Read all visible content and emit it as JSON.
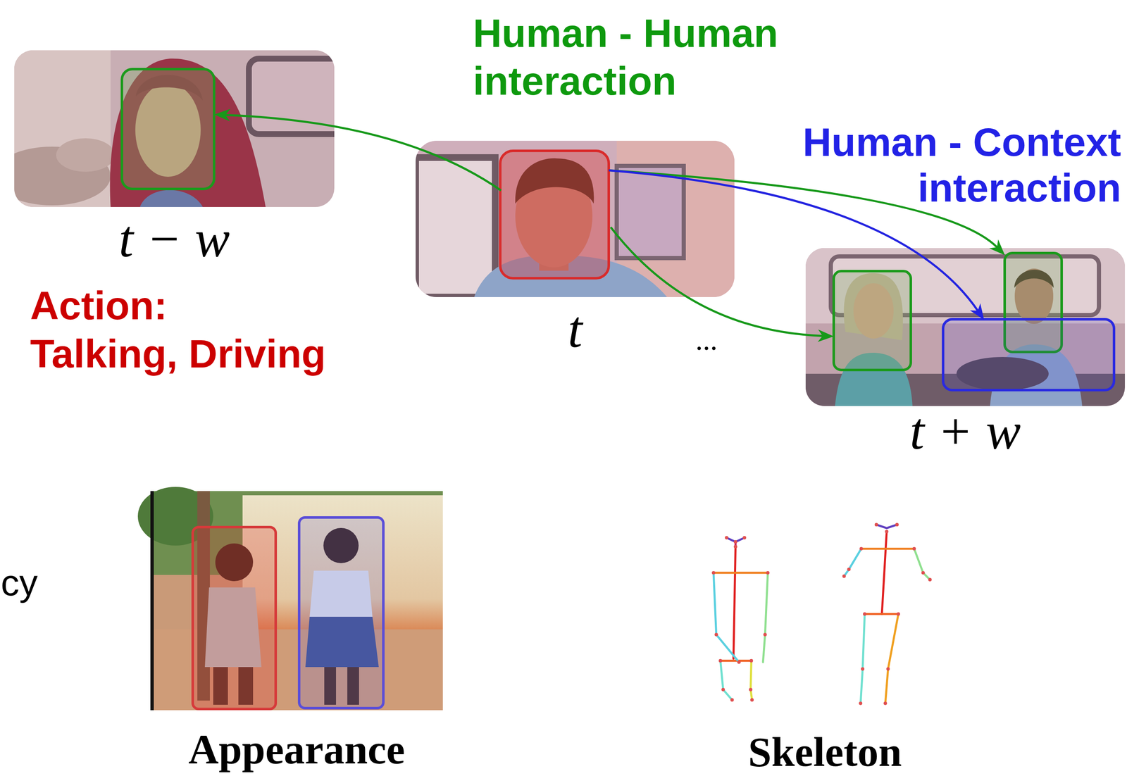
{
  "diagram": {
    "nodes": [
      {
        "text": [
          "t − w"
        ]
      },
      {
        "text": [
          "t"
        ]
      },
      {
        "text": [
          "t + w"
        ]
      },
      {
        "text": [
          "Appearance"
        ]
      },
      {
        "text": [
          "Skeleton"
        ]
      }
    ],
    "edges": [
      {
        "from": 1,
        "to": 0,
        "arrow": "to"
      },
      {
        "from": 1,
        "to": 2,
        "arrow": "to"
      },
      {
        "from": 1,
        "to": 2,
        "arrow": "to"
      },
      {
        "from": 1,
        "to": 2,
        "arrow": "to"
      }
    ],
    "labels": [
      "Human - Human interaction",
      "Human - Context interaction",
      "Action:",
      "Talking, Driving",
      "...",
      "cy"
    ]
  }
}
